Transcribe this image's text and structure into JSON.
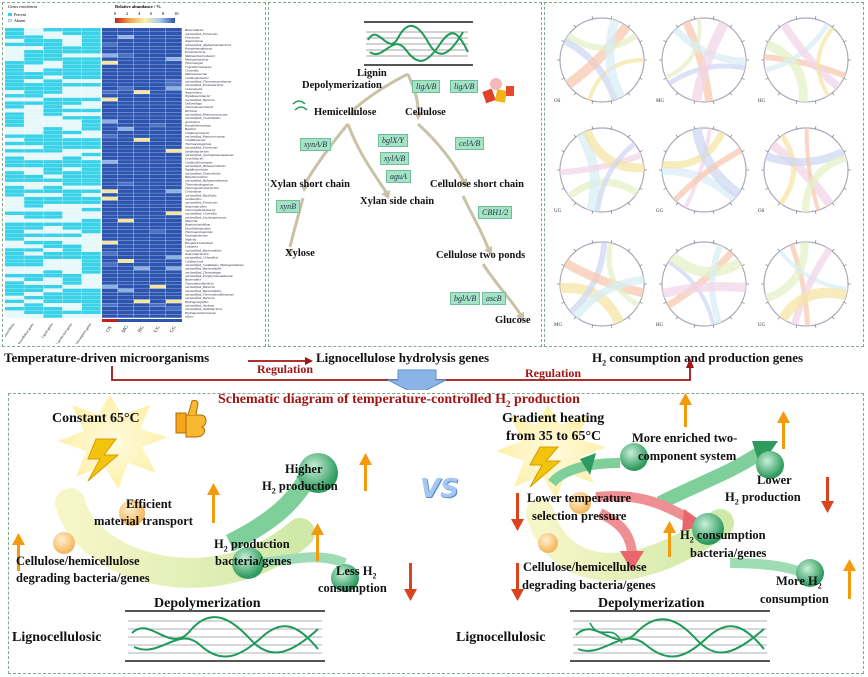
{
  "heatmap": {
    "legend_percent": "Percent",
    "legend_absent": "Absent",
    "legend_title_left": "Genes enrichment",
    "legend_title_right": "Relative abundance / %",
    "scale_ticks": [
      "0",
      "2",
      "4",
      "6",
      "8",
      "10"
    ],
    "col_labels": [
      "OS",
      "MG",
      "HG",
      "UG",
      "GG"
    ],
    "left_col_labels": [
      "Cellulose/hemicellulose degrading genes",
      "Hemicellulose genes",
      "Lignin genes",
      "H2 production genes",
      "H2 consumption genes"
    ],
    "taxa": [
      "Bacteroidetes",
      "unclassified_Firmicutes",
      "Firmicutes",
      "Anaerolineae",
      "unclassified_Alphaproteobacteria",
      "Pseudomonadaceae",
      "Proteobacteria",
      "Methanothermobacter",
      "Methanobacteria",
      "Thermotogae",
      "Coprothermobacter",
      "Clostridia",
      "Methanosarcina",
      "Caldicoprobacter",
      "unclassified_Thermoanaerobacter",
      "unclassified_Proteobacteria",
      "Caloramator",
      "Anaerolinea",
      "Tepidanaerobacter",
      "unclassified_Bacteria",
      "Defluviitoga",
      "Thermoanaerobacter",
      "Herbinix",
      "unclassified_Ruminococcaceae",
      "unclassified_Clostridiales",
      "Acetivibrio",
      "Pseudothermotoga",
      "Bacillus",
      "Caldanaerobacter",
      "unclassified_Peptococcaceae",
      "Caldilineaceae",
      "Thermacetogenium",
      "unclassified_Firmicutes",
      "Symbiobacterium",
      "unclassified_Syntrophomonadaceae",
      "Gracilibacter",
      "Caldicellulosiruptor",
      "unclassified_Halanaerobiales",
      "Tepidimicrobium",
      "unclassified_Tissierellales",
      "Halothermothrix",
      "unclassified_Halanaerobiaceae",
      "Thermohydrogenium",
      "Thermoanaerobacterium",
      "Clostridium",
      "unclassified_Bacillales",
      "Geobacillus",
      "unclassified_Firmicutes",
      "Anaerobaculum",
      "Thermosediminibacter",
      "unclassified_Clostridia",
      "unclassified_Lachnospiraceae",
      "Moorella",
      "Ruminiclostridium",
      "Desulfotomaculum",
      "Thermoacetogenium",
      "Syntrophomonas",
      "Mahella",
      "Hungateiclostridium",
      "Lutispora",
      "unclassified_Bacteroidetes",
      "Anaerobacterium",
      "unclassified_Chloroflexi",
      "Caldisericum",
      "unclassified_Candidatus_Hydrogenedentes",
      "unclassified_Bacteroidales",
      "unclassified_Thermotogae",
      "unclassified_Porphyromonadaceae",
      "Bacteroides",
      "Thermodesulfovibrio",
      "unclassified_Bacteria",
      "unclassified_Bacteroidetes",
      "unclassified_Thermodesulfobiaceae",
      "unclassified_Bacteria",
      "Hydrogenophilus",
      "unclassified_Archaea",
      "unclassified_Acidobacteria",
      "Hydrogenothermaceae",
      "others"
    ]
  },
  "flow": {
    "lignin": "Lignin",
    "depolymerization": "Depolymerization",
    "hemicellulose": "Hemicellulose",
    "cellulose": "Cellulose",
    "xylan_short": "Xylan short chain",
    "xylan_side": "Xylan side chain",
    "xylose": "Xylose",
    "cellulose_short": "Cellulose short chain",
    "cellulose_two": "Cellulose two ponds",
    "glucose": "Glucose",
    "genes": {
      "g1": "ligA/B",
      "g2": "ligA/B",
      "g3": "xynA/B",
      "g4": "bglX/Y",
      "g5": "xylA/B",
      "g6": "aguA",
      "g7": "xynB",
      "g8": "celA/B",
      "g9": "CBH1/2",
      "g10": "bglA/B",
      "g11": "ascB"
    }
  },
  "chord": {
    "sample_labels": [
      "OS",
      "MG",
      "HG",
      "UG",
      "GG",
      "OS",
      "MG",
      "HG",
      "UG"
    ]
  },
  "captions": {
    "panel_a": "Temperature-driven microorganisms",
    "panel_b": "Lignocellulose hydrolysis genes",
    "panel_c_pre": "H",
    "panel_c_sub": "2",
    "panel_c_post": " consumption and production genes",
    "regulation_1": "Regulation",
    "regulation_2": "Regulation"
  },
  "schematic": {
    "title_pre": "Schematic diagram of temperature-controlled H",
    "title_sub": "2",
    "title_post": " production",
    "left": {
      "condition": "Constant 65°C",
      "efficient_1": "Efficient",
      "efficient_2": "material transport",
      "higher_1": "Higher",
      "higher_2_pre": "H",
      "higher_2_sub": "2",
      "higher_2_post": " production",
      "h2prod_1_pre": "H",
      "h2prod_1_sub": "2",
      "h2prod_1_post": " production",
      "h2prod_2": "bacteria/genes",
      "less_1_pre": "Less H",
      "less_1_sub": "2",
      "less_2": "consumption",
      "cellulose_1": "Cellulose/hemicellulose",
      "cellulose_2": "degrading bacteria/genes",
      "depolymerization": "Depolymerization",
      "lignocellulosic": "Lignocellulosic"
    },
    "vs": "VS",
    "right": {
      "condition_1": "Gradient heating",
      "condition_2": "from 35 to 65°C",
      "enriched_1": "More enriched two-",
      "enriched_2": "component system",
      "lower_temp_1": "Lower temperature",
      "lower_temp_2": "selection pressure",
      "lower_h2_1": "Lower",
      "lower_h2_2_pre": "H",
      "lower_h2_2_sub": "2",
      "lower_h2_2_post": " production",
      "h2cons_1_pre": "H",
      "h2cons_1_sub": "2",
      "h2cons_1_post": " consumption",
      "h2cons_2": "bacteria/genes",
      "cellulose_1": "Cellulose/hemicellulose",
      "cellulose_2": "degrading bacteria/genes",
      "more_1_pre": "More H",
      "more_1_sub": "2",
      "more_2": "consumption",
      "depolymerization": "Depolymerization",
      "lignocellulosic": "Lignocellulosic"
    }
  },
  "colors": {
    "panel_border": "#7fa88c",
    "regulation": "#a01414",
    "arrow_orange": "#f59a0c",
    "arrow_red": "#d9431e",
    "green_arrow": "#2e9a5e",
    "heat_blue": "#2d55b0",
    "heat_cyan": "#3ad2e8"
  }
}
